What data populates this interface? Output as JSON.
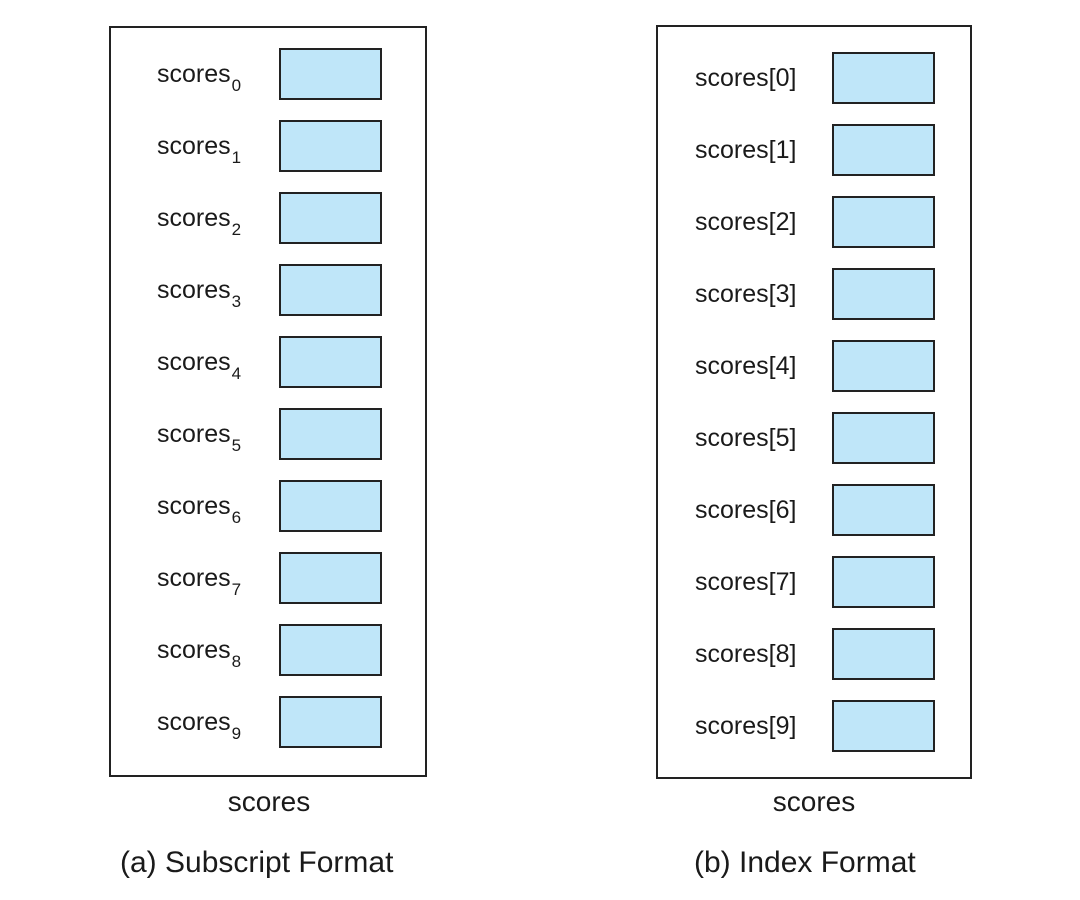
{
  "panel_a": {
    "base": "scores",
    "subscripts": [
      "0",
      "1",
      "2",
      "3",
      "4",
      "5",
      "6",
      "7",
      "8",
      "9"
    ],
    "array_name": "scores",
    "caption": "(a) Subscript Format"
  },
  "panel_b": {
    "labels": [
      "scores[0]",
      "scores[1]",
      "scores[2]",
      "scores[3]",
      "scores[4]",
      "scores[5]",
      "scores[6]",
      "scores[7]",
      "scores[8]",
      "scores[9]"
    ],
    "array_name": "scores",
    "caption": "(b) Index Format"
  },
  "colors": {
    "cell_fill": "#bfe6f9",
    "border": "#222222"
  }
}
